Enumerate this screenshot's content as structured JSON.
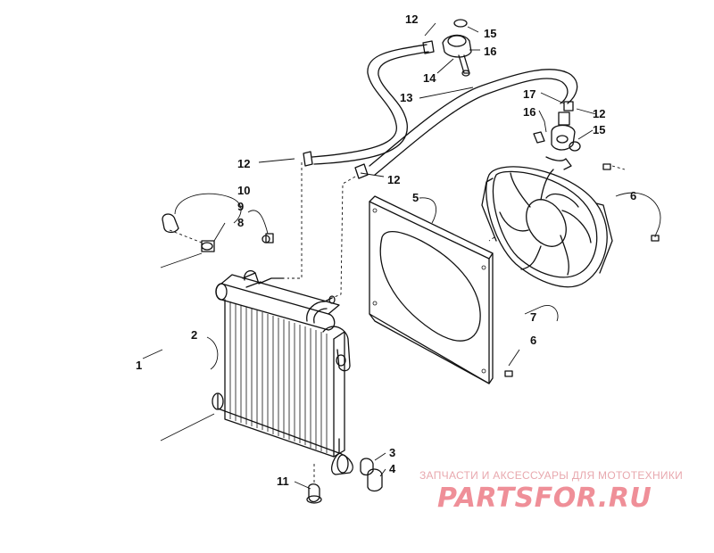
{
  "callouts": [
    {
      "id": "1",
      "label": "1"
    },
    {
      "id": "2",
      "label": "2"
    },
    {
      "id": "3",
      "label": "3"
    },
    {
      "id": "4",
      "label": "4"
    },
    {
      "id": "5",
      "label": "5"
    },
    {
      "id": "6a",
      "label": "6"
    },
    {
      "id": "6b",
      "label": "6"
    },
    {
      "id": "7",
      "label": "7"
    },
    {
      "id": "8",
      "label": "8"
    },
    {
      "id": "9",
      "label": "9"
    },
    {
      "id": "10",
      "label": "10"
    },
    {
      "id": "11",
      "label": "11"
    },
    {
      "id": "12a",
      "label": "12"
    },
    {
      "id": "12b",
      "label": "12"
    },
    {
      "id": "12c",
      "label": "12"
    },
    {
      "id": "12d",
      "label": "12"
    },
    {
      "id": "13",
      "label": "13"
    },
    {
      "id": "14",
      "label": "14"
    },
    {
      "id": "15a",
      "label": "15"
    },
    {
      "id": "15b",
      "label": "15"
    },
    {
      "id": "16a",
      "label": "16"
    },
    {
      "id": "16b",
      "label": "16"
    },
    {
      "id": "17",
      "label": "17"
    }
  ],
  "watermark": {
    "line1": "ЗАПЧАСТИ И АКСЕССУАРЫ ДЛЯ МОТОТЕХНИКИ",
    "line2": "PARTSFOR.RU"
  },
  "colors": {
    "ink": "#111111",
    "watermark": "#ef8f98",
    "background": "#ffffff"
  }
}
